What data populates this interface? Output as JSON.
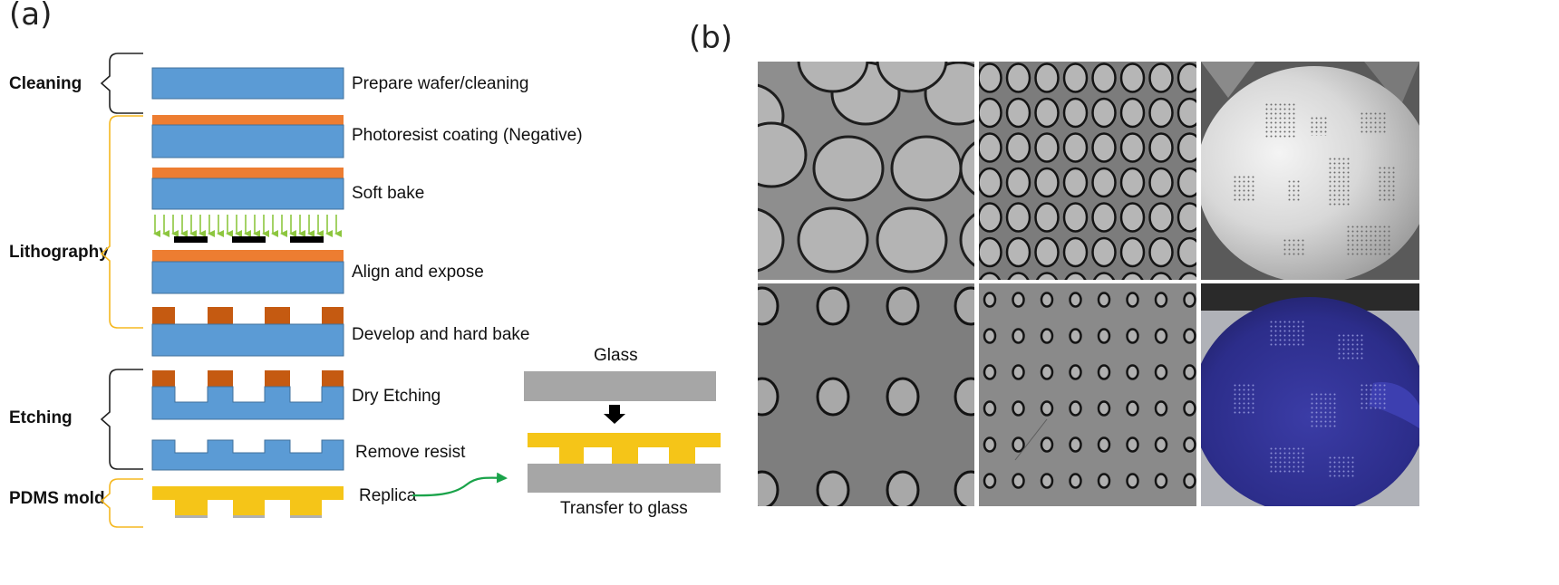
{
  "panels": {
    "a": "(a)",
    "b": "(b)"
  },
  "stages": {
    "cleaning": "Cleaning",
    "lithography": "Lithography",
    "etching": "Etching",
    "pdms": "PDMS mold"
  },
  "steps": {
    "prepare": "Prepare wafer/cleaning",
    "coating": "Photoresist coating (Negative)",
    "softbake": "Soft bake",
    "expose": "Align and expose",
    "develop": "Develop and hard bake",
    "dryetch": "Dry Etching",
    "remove": "Remove resist",
    "replica": "Replica"
  },
  "transfer": {
    "glass": "Glass",
    "caption": "Transfer to glass"
  },
  "colors": {
    "wafer": "#5b9bd5",
    "resist": "#ed7d31",
    "resist_dev": "#c55a11",
    "pdms": "#f5c518",
    "glass": "#a6a6a6",
    "bracket_black": "#222222",
    "bracket_yellow": "#f5b820",
    "arrow_green": "#8dc63f",
    "curve_green": "#1aa34a"
  }
}
